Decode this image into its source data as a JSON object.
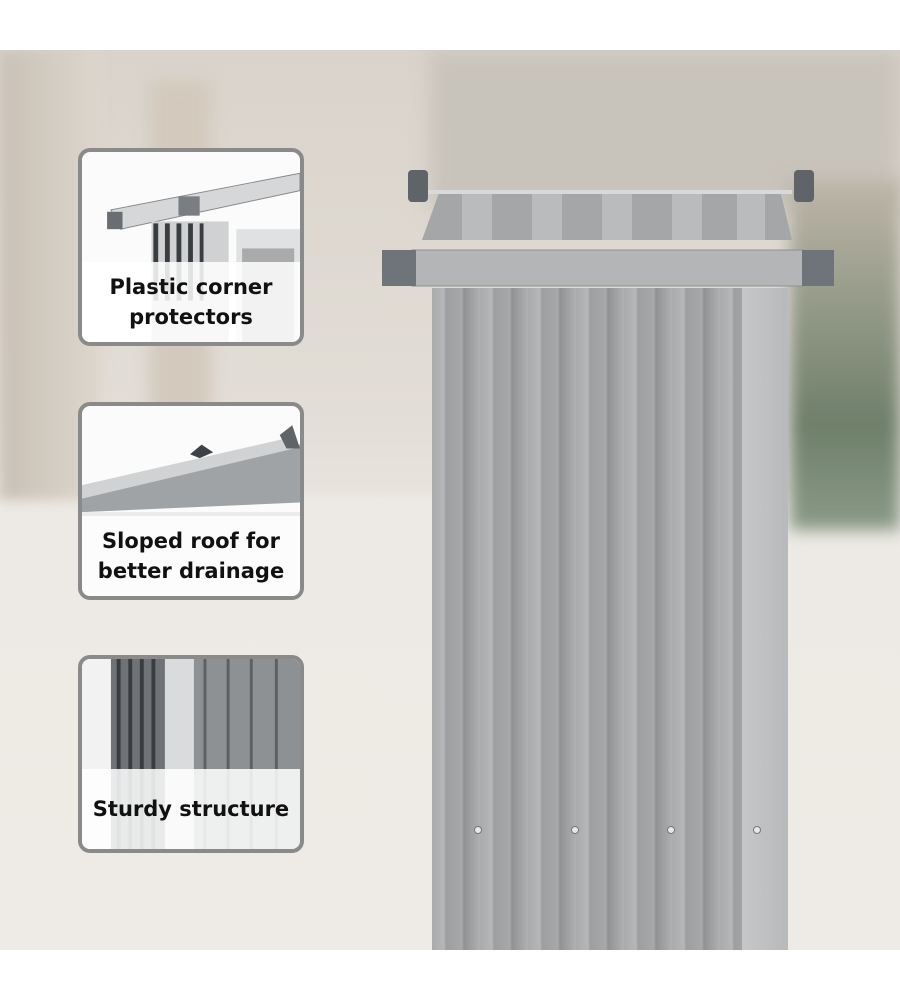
{
  "callouts": [
    {
      "label": "Plastic corner protectors"
    },
    {
      "label": "Sloped roof for better drainage"
    },
    {
      "label": "Sturdy structure"
    }
  ],
  "colors": {
    "frame": "#8a8a8a",
    "shed": "#a9abad",
    "floor": "#eeeae5"
  }
}
